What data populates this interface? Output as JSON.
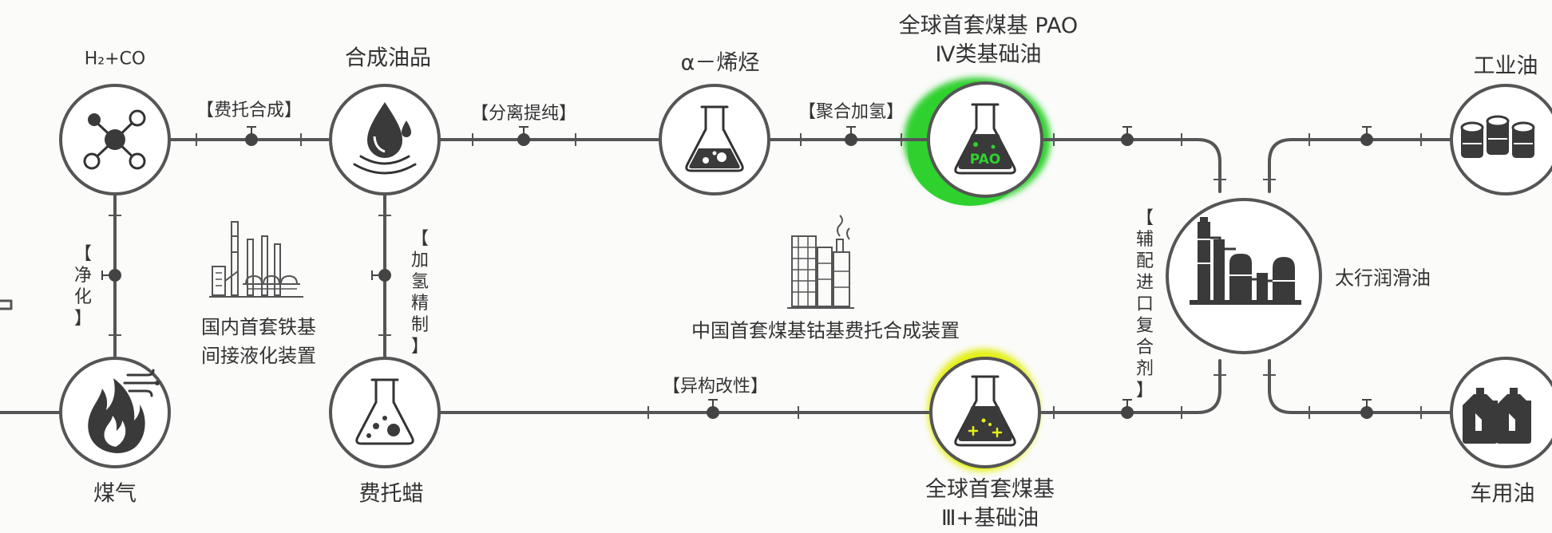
{
  "nodes": {
    "syngas": {
      "label": "H₂+CO",
      "icon": "molecule-icon"
    },
    "synth_oil": {
      "label": "合成油品",
      "icon": "oil-drop-icon"
    },
    "alpha_olefin": {
      "label": "α－烯烃",
      "icon": "flask-icon"
    },
    "pao_base_oil": {
      "label_line1": "全球首套煤基 PAO",
      "label_line2": "Ⅳ类基础油",
      "icon": "flask-pao-icon",
      "highlight": "#2fd12f"
    },
    "industrial_oil": {
      "label": "工业油",
      "icon": "oil-barrels-icon"
    },
    "coal_gas": {
      "label": "煤气",
      "icon": "flame-icon"
    },
    "ft_wax": {
      "label": "费托蜡",
      "icon": "flask-icon"
    },
    "group3_base_oil": {
      "label_line1": "全球首套煤基",
      "label_line2": "Ⅲ+基础油",
      "icon": "flask-plus-icon",
      "highlight": "#e4f019"
    },
    "lubricant_plant": {
      "label": "太行润滑油",
      "icon": "refinery-icon"
    },
    "vehicle_oil": {
      "label": "车用油",
      "icon": "oil-canisters-icon"
    }
  },
  "steps": {
    "ft_synthesis": "【费托合成】",
    "separation": "【分离提纯】",
    "polymerization": "【聚合加氢】",
    "isomerization": "【异构改性】",
    "purification": "【净化】",
    "hydrorefining": "【加氢精制】",
    "additives": "【辅配进口复合剂】"
  },
  "facilities": {
    "iron_based": {
      "line1": "国内首套铁基",
      "line2": "间接液化装置",
      "icon": "factory-icon"
    },
    "cobalt_based": {
      "label": "中国首套煤基钴基费托合成装置",
      "icon": "factory-tower-icon"
    }
  },
  "colors": {
    "line": "#555555",
    "pao_highlight": "#2fd12f",
    "group3_highlight": "#e4f019"
  }
}
